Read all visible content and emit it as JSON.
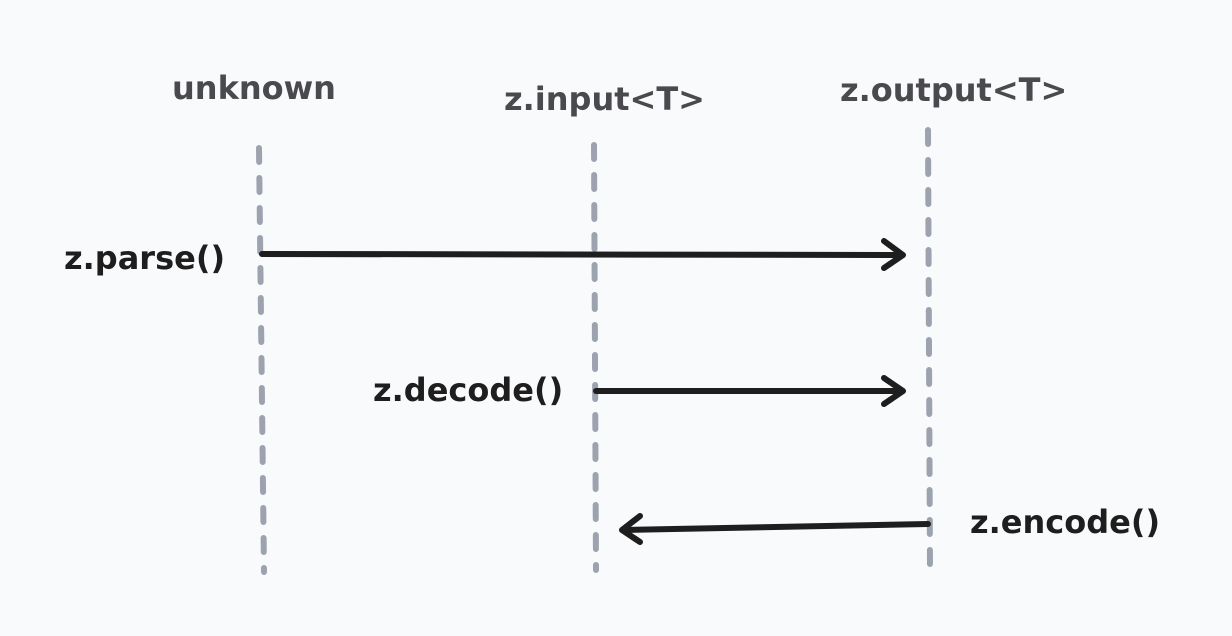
{
  "lanes": {
    "unknown": "unknown",
    "input": "z.input<T>",
    "output": "z.output<T>"
  },
  "arrows": {
    "parse": "z.parse()",
    "decode": "z.decode()",
    "encode": "z.encode()"
  },
  "colors": {
    "background": "#f9fafb",
    "lifeline": "#9ca3af",
    "arrow": "#1e1e1e",
    "lane_text": "#4a4a4e",
    "call_text": "#1e1e1e"
  }
}
